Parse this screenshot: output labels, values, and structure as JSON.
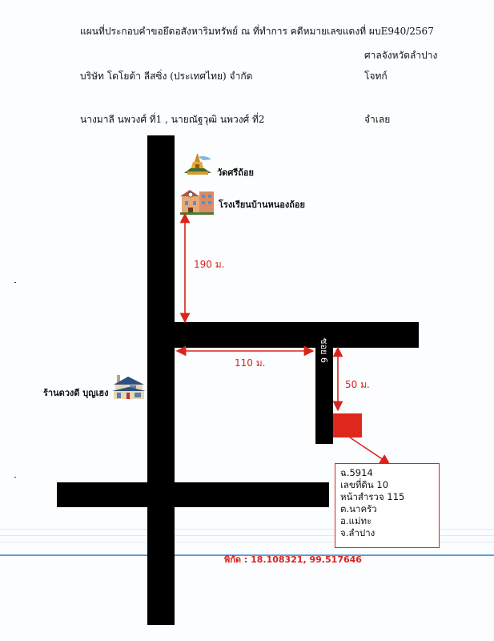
{
  "header": {
    "title": "แผนที่ประกอบคำขอยึดอสังหาริมทรัพย์ ณ ที่ทำการ คดีหมายเลขแดงที่ ผบE940/2567",
    "court": "ศาลจังหวัดลำปาง",
    "plaintiff_name": "บริษัท โตโยต้า ลีสซิ่ง (ประเทศไทย) จำกัด",
    "plaintiff_role": "โจทก์",
    "defendant_names": "นางมาลี นพวงศ์ ที่1 , นายณัฐวุฒิ นพวงศ์ ที่2",
    "defendant_role": "จำเลย"
  },
  "map": {
    "landmarks": [
      {
        "name": "วัดศรีถ้อย",
        "icon": "temple-icon"
      },
      {
        "name": "โรงเรียนบ้านหนองถ้อย",
        "icon": "school-icon"
      },
      {
        "name": "ร้านดวงดี บุญเฮง",
        "icon": "house-icon"
      }
    ],
    "distances": {
      "school_to_junction": "190 ม.",
      "junction_to_soi": "110 ม.",
      "soi_to_property": "50 ม."
    },
    "soi_label": "ซอย 6",
    "property_info": [
      "ฉ.5914",
      "เลขที่ดิน 10",
      "หน้าสำรวจ 115",
      "ต.นาครัว",
      "อ.แม่ทะ",
      "จ.ลำปาง"
    ],
    "coordinates": "พิกัด : 18.108321, 99.517646"
  },
  "colors": {
    "road": "#000000",
    "accent": "#d9241c",
    "scanline": "#5b9bdf"
  }
}
